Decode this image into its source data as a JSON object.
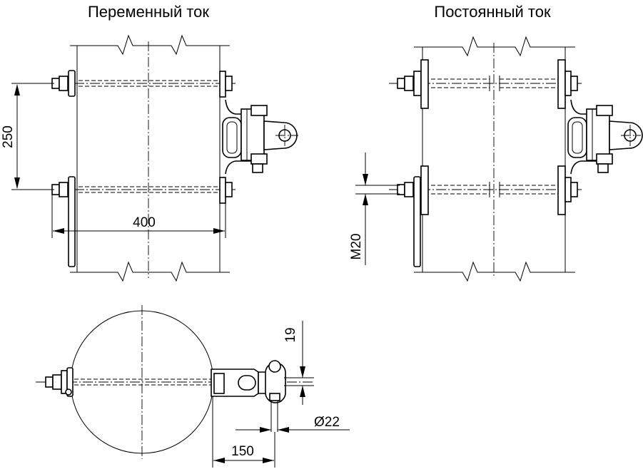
{
  "titles": {
    "ac": "Переменный ток",
    "dc": "Постоянный ток"
  },
  "dimensions": {
    "height_250": "250",
    "width_400": "400",
    "thread_m20": "M20",
    "gap_19": "19",
    "diameter_22": "Ø22",
    "length_150": "150"
  }
}
